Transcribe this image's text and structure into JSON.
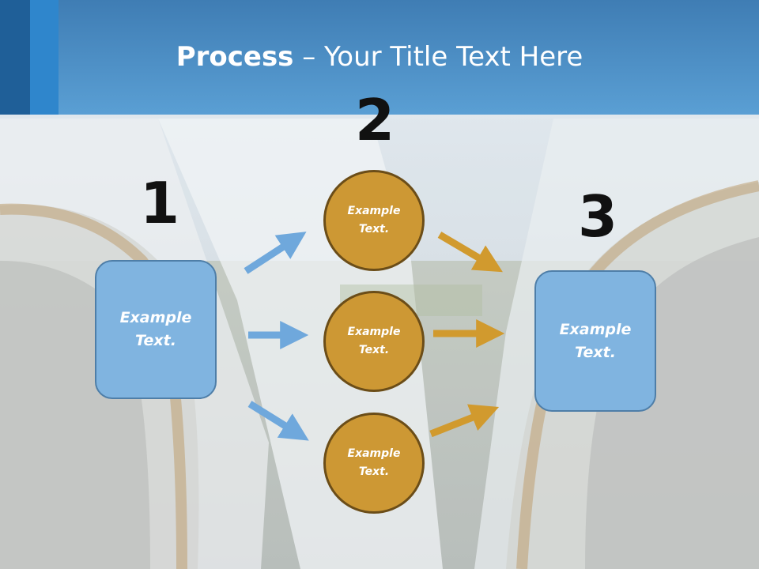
{
  "title": {
    "bold": "Process",
    "rest": " – Your Title Text Here"
  },
  "steps": {
    "step1": {
      "number": "1",
      "label": "Example Text."
    },
    "step2": {
      "number": "2",
      "items": [
        "Example Text.",
        "Example Text.",
        "Example Text."
      ]
    },
    "step3": {
      "number": "3",
      "label": "Example Text."
    }
  },
  "colors": {
    "header": "#5a9fd4",
    "box_fill": "#80b4e0",
    "circle_fill": "#cd9834",
    "blue_arrow": "#6fa8dc",
    "gold_arrow": "#d19a2e"
  }
}
